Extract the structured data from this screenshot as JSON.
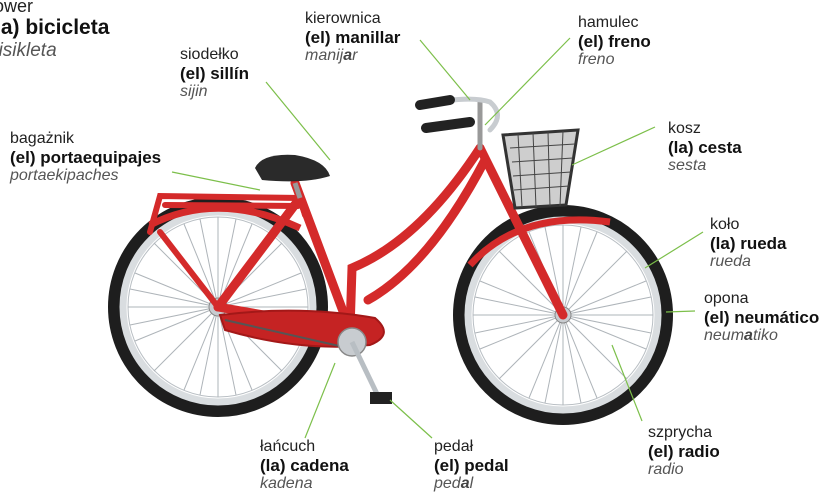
{
  "title": {
    "polish": "rower",
    "spanish": "(la) bicicleta",
    "phonetic": "bisikleta"
  },
  "labels": {
    "seat": {
      "polish": "siodełko",
      "spanish": "(el) sillín",
      "phon_pre": "siji",
      "phon_stress": "",
      "phon_post": "n"
    },
    "handlebar": {
      "polish": "kierownica",
      "spanish": "(el) manillar",
      "phon_pre": "manij",
      "phon_stress": "a",
      "phon_post": "r"
    },
    "brake": {
      "polish": "hamulec",
      "spanish": "(el) freno",
      "phon_pre": "freno",
      "phon_stress": "",
      "phon_post": ""
    },
    "rack": {
      "polish": "bagażnik",
      "spanish": "(el) portaequipajes",
      "phon_pre": "portaekipaches",
      "phon_stress": "",
      "phon_post": ""
    },
    "basket": {
      "polish": "kosz",
      "spanish": "(la) cesta",
      "phon_pre": "sesta",
      "phon_stress": "",
      "phon_post": ""
    },
    "wheel": {
      "polish": "koło",
      "spanish": "(la) rueda",
      "phon_pre": "rueda",
      "phon_stress": "",
      "phon_post": ""
    },
    "tire": {
      "polish": "opona",
      "spanish": "(el) neumático",
      "phon_pre": "neum",
      "phon_stress": "a",
      "phon_post": "tiko"
    },
    "spoke": {
      "polish": "szprycha",
      "spanish": "(el) radio",
      "phon_pre": "radio",
      "phon_stress": "",
      "phon_post": ""
    },
    "pedal": {
      "polish": "pedał",
      "spanish": "(el) pedal",
      "phon_pre": "ped",
      "phon_stress": "a",
      "phon_post": "l"
    },
    "chain": {
      "polish": "łańcuch",
      "spanish": "(la) cadena",
      "phon_pre": "kadena",
      "phon_stress": "",
      "phon_post": ""
    }
  },
  "colors": {
    "frame": "#d42a2a",
    "frame_dark": "#a31818",
    "leader": "#7cbf4a",
    "tire": "#1e1e1e",
    "rim": "#d9dde0",
    "seat": "#2a2a2a"
  }
}
